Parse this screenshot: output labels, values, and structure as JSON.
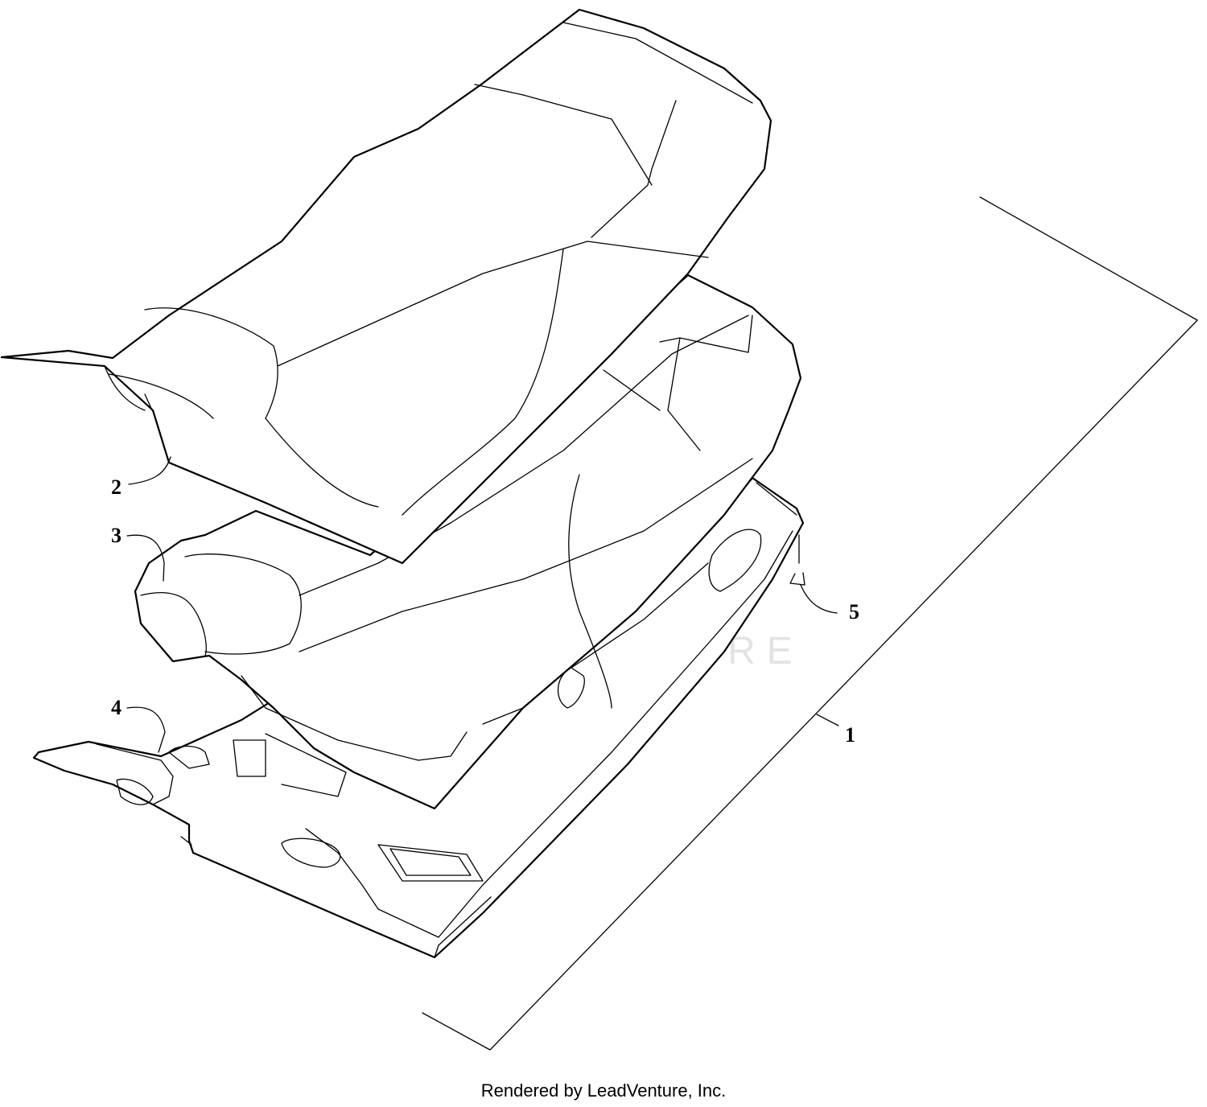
{
  "diagram": {
    "callouts": [
      {
        "id": "1",
        "label": "1"
      },
      {
        "id": "2",
        "label": "2"
      },
      {
        "id": "3",
        "label": "3"
      },
      {
        "id": "4",
        "label": "4"
      },
      {
        "id": "5",
        "label": "5"
      }
    ],
    "watermark": "LEADVENTURE"
  },
  "footer": {
    "text": "Rendered by LeadVenture, Inc."
  }
}
